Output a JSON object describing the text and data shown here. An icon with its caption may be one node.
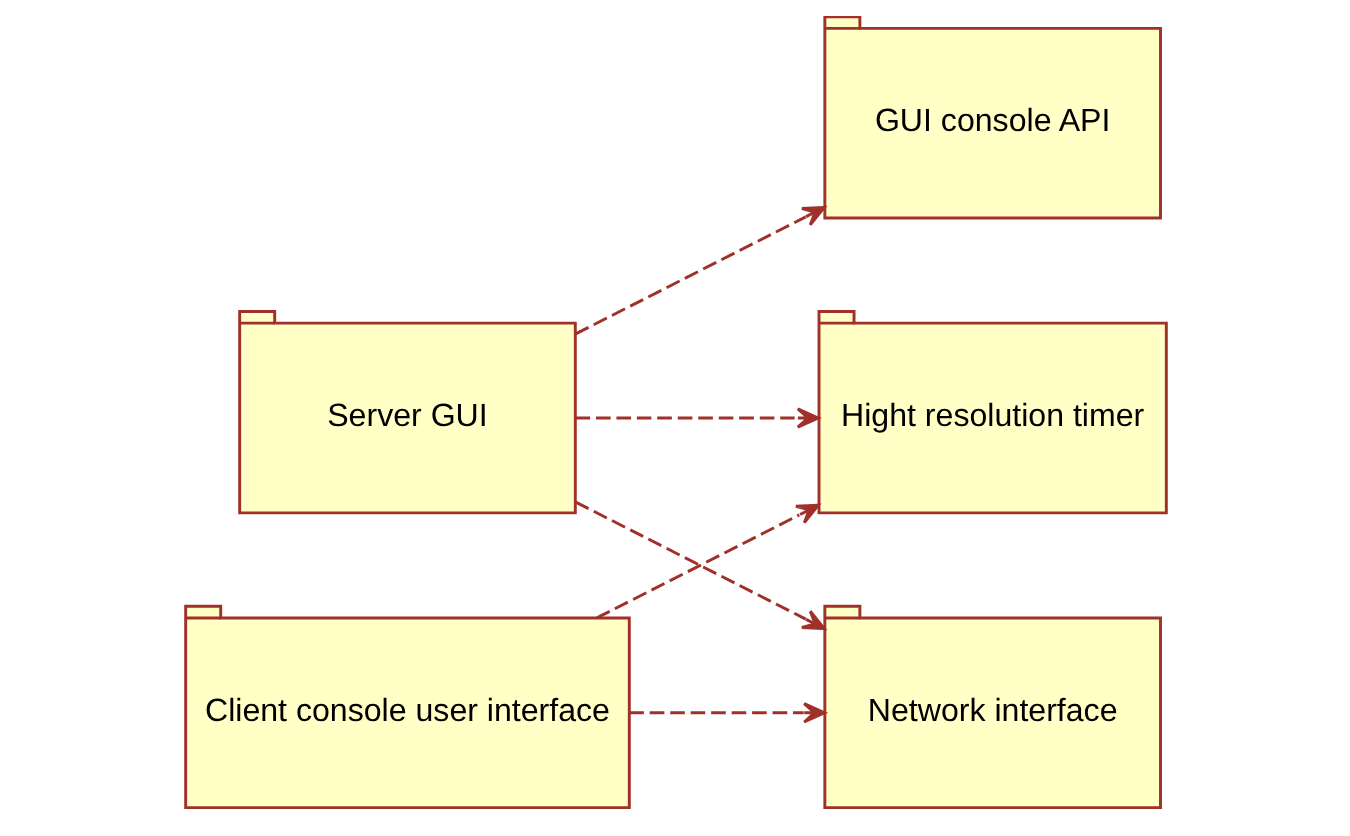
{
  "diagram": {
    "nodes": [
      {
        "text": [
          "Server GUI"
        ]
      },
      {
        "text": [
          "GUI console API"
        ]
      },
      {
        "text": [
          "Hight resolution timer"
        ]
      },
      {
        "text": [
          "Client console user interface"
        ]
      },
      {
        "text": [
          "Network interface"
        ]
      }
    ],
    "edges": [
      {
        "from": 0,
        "to": 1,
        "arrow": "to",
        "style": "dashed"
      },
      {
        "from": 0,
        "to": 2,
        "arrow": "to",
        "style": "dashed"
      },
      {
        "from": 0,
        "to": 4,
        "arrow": "to",
        "style": "dashed"
      },
      {
        "from": 3,
        "to": 2,
        "arrow": "to",
        "style": "dashed"
      },
      {
        "from": 3,
        "to": 4,
        "arrow": "to",
        "style": "dashed"
      }
    ]
  }
}
